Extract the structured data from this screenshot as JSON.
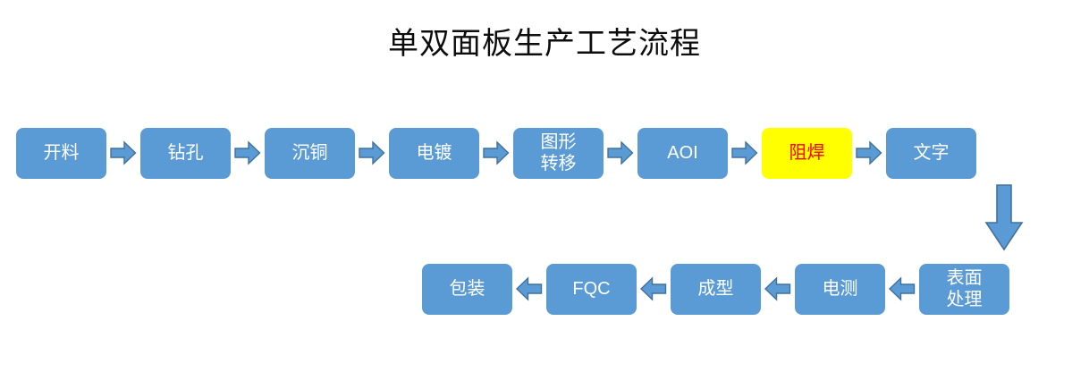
{
  "title": "单双面板生产工艺流程",
  "colors": {
    "node_fill": "#5B9BD5",
    "node_text": "#FFFFFF",
    "highlight_fill": "#FFFF00",
    "highlight_text": "#FF0000",
    "arrow_fill": "#5B9BD5",
    "arrow_stroke": "#41719C",
    "background": "#FFFFFF",
    "title_text": "#0D0D0D"
  },
  "flow": {
    "row1": {
      "direction": "left-to-right",
      "steps": [
        {
          "label": "开料",
          "highlighted": false
        },
        {
          "label": "钻孔",
          "highlighted": false
        },
        {
          "label": "沉铜",
          "highlighted": false
        },
        {
          "label": "电镀",
          "highlighted": false
        },
        {
          "label": "图形\n转移",
          "highlighted": false
        },
        {
          "label": "AOI",
          "highlighted": false
        },
        {
          "label": "阻焊",
          "highlighted": true
        },
        {
          "label": "文字",
          "highlighted": false
        }
      ]
    },
    "connector": {
      "icon": "arrow-down-icon",
      "from": "文字",
      "to": "表面处理"
    },
    "row2": {
      "direction": "right-to-left",
      "steps": [
        {
          "label": "包装",
          "highlighted": false
        },
        {
          "label": "FQC",
          "highlighted": false
        },
        {
          "label": "成型",
          "highlighted": false
        },
        {
          "label": "电测",
          "highlighted": false
        },
        {
          "label": "表面\n处理",
          "highlighted": false
        }
      ]
    }
  },
  "icons": {
    "arrow_right": "arrow-right-icon",
    "arrow_left": "arrow-left-icon",
    "arrow_down": "arrow-down-icon"
  }
}
